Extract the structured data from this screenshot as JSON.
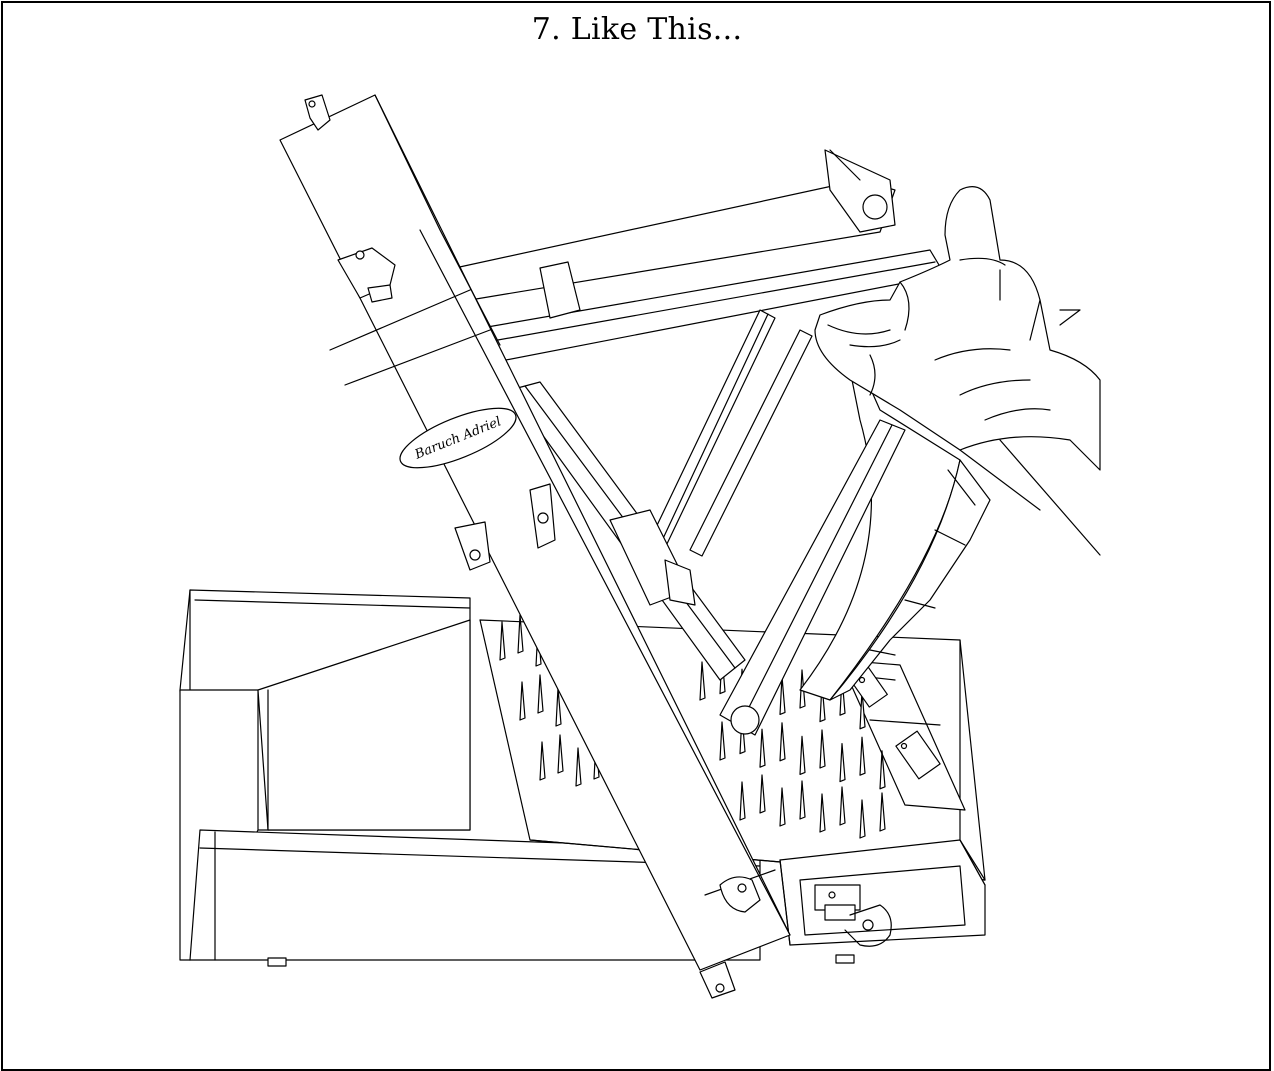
{
  "title": "7. Like This...",
  "brand_signature": "Baruch Adriel",
  "colors": {
    "line": "#000000",
    "background": "#ffffff"
  },
  "icons": [
    "hand-illustration",
    "latch-icon",
    "hinge-icon",
    "knob-icon"
  ]
}
